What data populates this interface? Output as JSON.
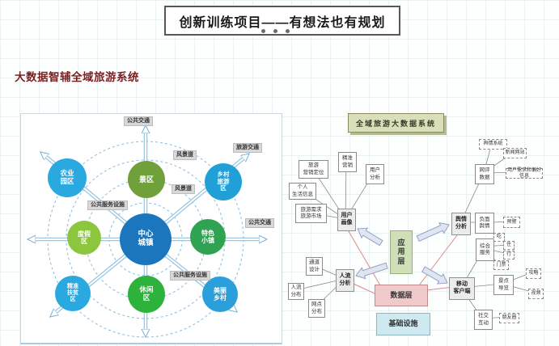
{
  "header": {
    "title": "创新训练项目——有想法也有规划",
    "subtitle": "大数据智辅全域旅游系统",
    "title_color": "#1a1a1a",
    "subtitle_color": "#7a1f1f"
  },
  "palette": {
    "grid_line": "#e9f1f3",
    "tag_bg": "#d8d8d8",
    "radial_arrow": "#8ec1e2",
    "red_link": "#d98c8c",
    "block_arrow_fill": "#dfe6f2",
    "block_arrow_stroke": "#93a2c2",
    "title3d_bg": "#d9dfb8",
    "app_layer_bg": "#cfe0b8",
    "data_layer_bg": "#f0caca",
    "infra_layer_bg": "#cfe9f0"
  },
  "left_diagram": {
    "center": {
      "label": "中心\n城镇",
      "color": "#1b76bd"
    },
    "nodes": {
      "jingqu": {
        "label": "景区",
        "color": "#6fa03a"
      },
      "nongye": {
        "label": "农业\n园区",
        "color": "#2aa9e0"
      },
      "xiangcun": {
        "label": "乡村\n旅游\n区",
        "color": "#21a0d8"
      },
      "dujia": {
        "label": "度假\n区",
        "color": "#8cc63f"
      },
      "tese": {
        "label": "特色\n小镇",
        "color": "#2fa352"
      },
      "fupin": {
        "label": "精准\n扶贫\n区",
        "color": "#2aa9e0"
      },
      "xiuxian": {
        "label": "休闲\n区",
        "color": "#2db33c"
      },
      "meili": {
        "label": "美丽\n乡村",
        "color": "#2b9fd9"
      }
    },
    "tags": {
      "gongjiao_top": "公共交通",
      "lvyou_jiaotong": "旅游交通",
      "gongjiao_right": "公共交通",
      "fengjingdao_1": "风景道",
      "fengjingdao_2": "风景道",
      "fuwu_sheshi_1": "公共服务设施",
      "fuwu_sheshi_2": "公共服务设施"
    }
  },
  "right_diagram": {
    "title": "全域旅游大数据系统",
    "layers": {
      "app": "应\n用\n层",
      "data": "数据层",
      "infra": "基础设施"
    },
    "hubs": {
      "yonghu_huaxiang": "用户\n画像",
      "yuqing_fenxi": "舆情\n分析",
      "renliu_fenxi": "人流\n分析",
      "yidong_kehuduan": "移动\n客户端"
    },
    "nodes": {
      "jingzhun_yingxiao": "精准\n营销",
      "yonghu_fenxi": "用户\n分析",
      "lvyou_yingxiao_dingwei": "旅游\n营销定位",
      "geren_shenghuo_xinxi": "个人\n生活信息",
      "lvyou_xuqiu_shichang": "旅游需求\n旅游市场",
      "wangping_shuju": "网评\n数据",
      "fumian_yuqing": "负面\n舆情",
      "zonghe_fuwu": "综合\n服务",
      "jingdian_daolan": "景点\n导览",
      "shejiao_hudong": "社交\n互动",
      "tongdao_sheji": "通道\n设计",
      "renliu_fenbu": "人流\n分布",
      "wangdian_fenbu": "网点\n分布"
    },
    "leaves": {
      "yuqing_xitong": "舆情系统",
      "xinwen_wangzhan": "新闻网站",
      "yonghu_xuqiu_pianhao": "用户需求和偏好信息",
      "yujing": "预警",
      "chi": "吃",
      "zhu": "住",
      "xing": "行",
      "menpiao": "门票",
      "gonglue": "攻略",
      "shipin": "视频",
      "pengyouquan": "朋友圈"
    }
  }
}
